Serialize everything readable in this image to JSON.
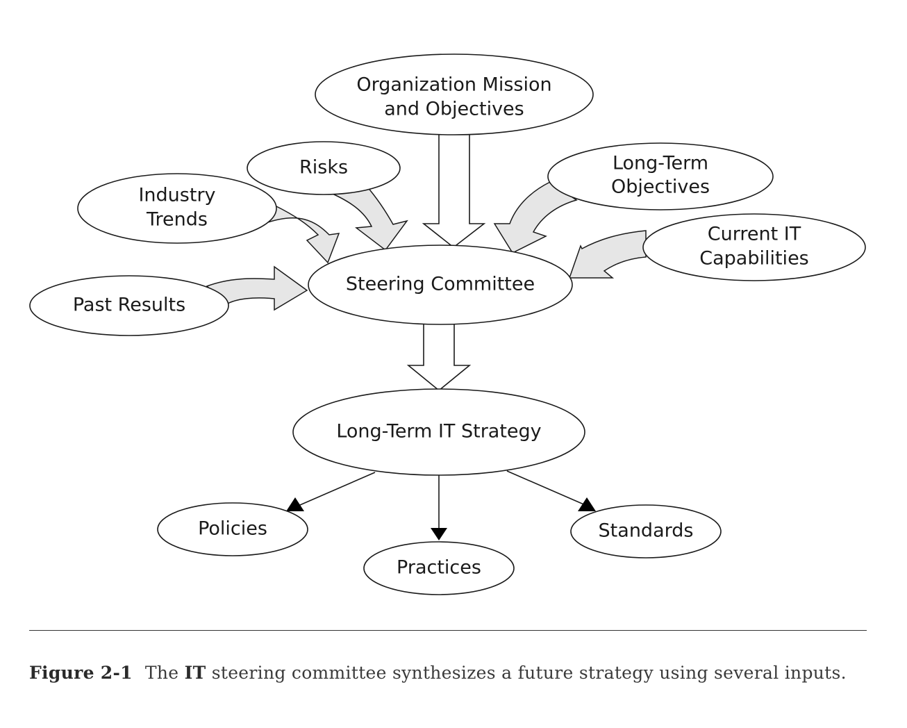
{
  "diagram": {
    "nodes": {
      "mission": {
        "lines": [
          "Organization Mission",
          "and Objectives"
        ]
      },
      "risks": {
        "lines": [
          "Risks"
        ]
      },
      "longterm_obj": {
        "lines": [
          "Long-Term",
          "Objectives"
        ]
      },
      "industry": {
        "lines": [
          "Industry",
          "Trends"
        ]
      },
      "current_it": {
        "lines": [
          "Current IT",
          "Capabilities"
        ]
      },
      "past": {
        "lines": [
          "Past Results"
        ]
      },
      "steering": {
        "lines": [
          "Steering Committee"
        ]
      },
      "strategy": {
        "lines": [
          "Long-Term IT Strategy"
        ]
      },
      "policies": {
        "lines": [
          "Policies"
        ]
      },
      "practices": {
        "lines": [
          "Practices"
        ]
      },
      "standards": {
        "lines": [
          "Standards"
        ]
      }
    },
    "edges": [
      {
        "from": "mission",
        "to": "steering",
        "style": "hollow-arrow"
      },
      {
        "from": "risks",
        "to": "steering",
        "style": "curved-arrow"
      },
      {
        "from": "longterm_obj",
        "to": "steering",
        "style": "curved-arrow"
      },
      {
        "from": "industry",
        "to": "steering",
        "style": "curved-arrow"
      },
      {
        "from": "current_it",
        "to": "steering",
        "style": "curved-arrow"
      },
      {
        "from": "past",
        "to": "steering",
        "style": "curved-arrow"
      },
      {
        "from": "steering",
        "to": "strategy",
        "style": "hollow-arrow"
      },
      {
        "from": "strategy",
        "to": "policies",
        "style": "line-arrow"
      },
      {
        "from": "strategy",
        "to": "practices",
        "style": "line-arrow"
      },
      {
        "from": "strategy",
        "to": "standards",
        "style": "line-arrow"
      }
    ]
  },
  "caption": {
    "label": "Figure 2-1",
    "text_before": "The ",
    "text_bold": "IT",
    "text_after": " steering committee synthesizes a future strategy using several inputs."
  }
}
